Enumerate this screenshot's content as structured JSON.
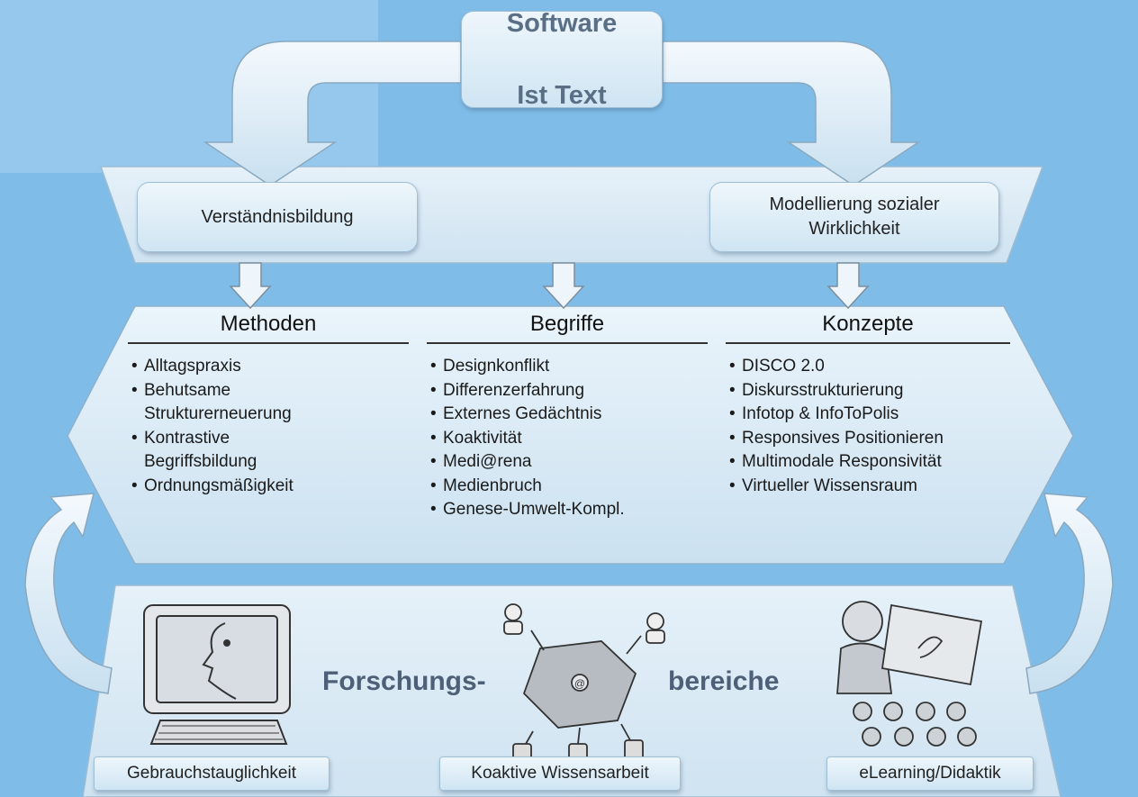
{
  "title": {
    "line1": "Software",
    "line2": "Ist Text"
  },
  "middle": {
    "left_box": "Verständnisbildung",
    "right_box": "Modellierung sozialer\nWirklichkeit"
  },
  "columns": [
    {
      "heading": "Methoden",
      "items": [
        "Alltagspraxis",
        "Behutsame\nStrukturerneuerung",
        "Kontrastive\nBegriffsbildung",
        "Ordnungsmäßigkeit"
      ]
    },
    {
      "heading": "Begriffe",
      "items": [
        "Designkonflikt",
        "Differenzerfahrung",
        "Externes Gedächtnis",
        "Koaktivität",
        "Medi@rena",
        "Medienbruch",
        "Genese-Umwelt-Kompl."
      ]
    },
    {
      "heading": "Konzepte",
      "items": [
        "DISCO 2.0",
        "Diskursstrukturierung",
        "Infotop & InfoToPolis",
        "Responsives Positionieren",
        "Multimodale Responsivität",
        "Virtueller Wissensraum"
      ]
    }
  ],
  "bottom": {
    "forschungs": "Forschungs-",
    "bereiche": "bereiche",
    "labels": [
      "Gebrauchstauglichkeit",
      "Koaktive Wissensarbeit",
      "eLearning/Didaktik"
    ]
  }
}
